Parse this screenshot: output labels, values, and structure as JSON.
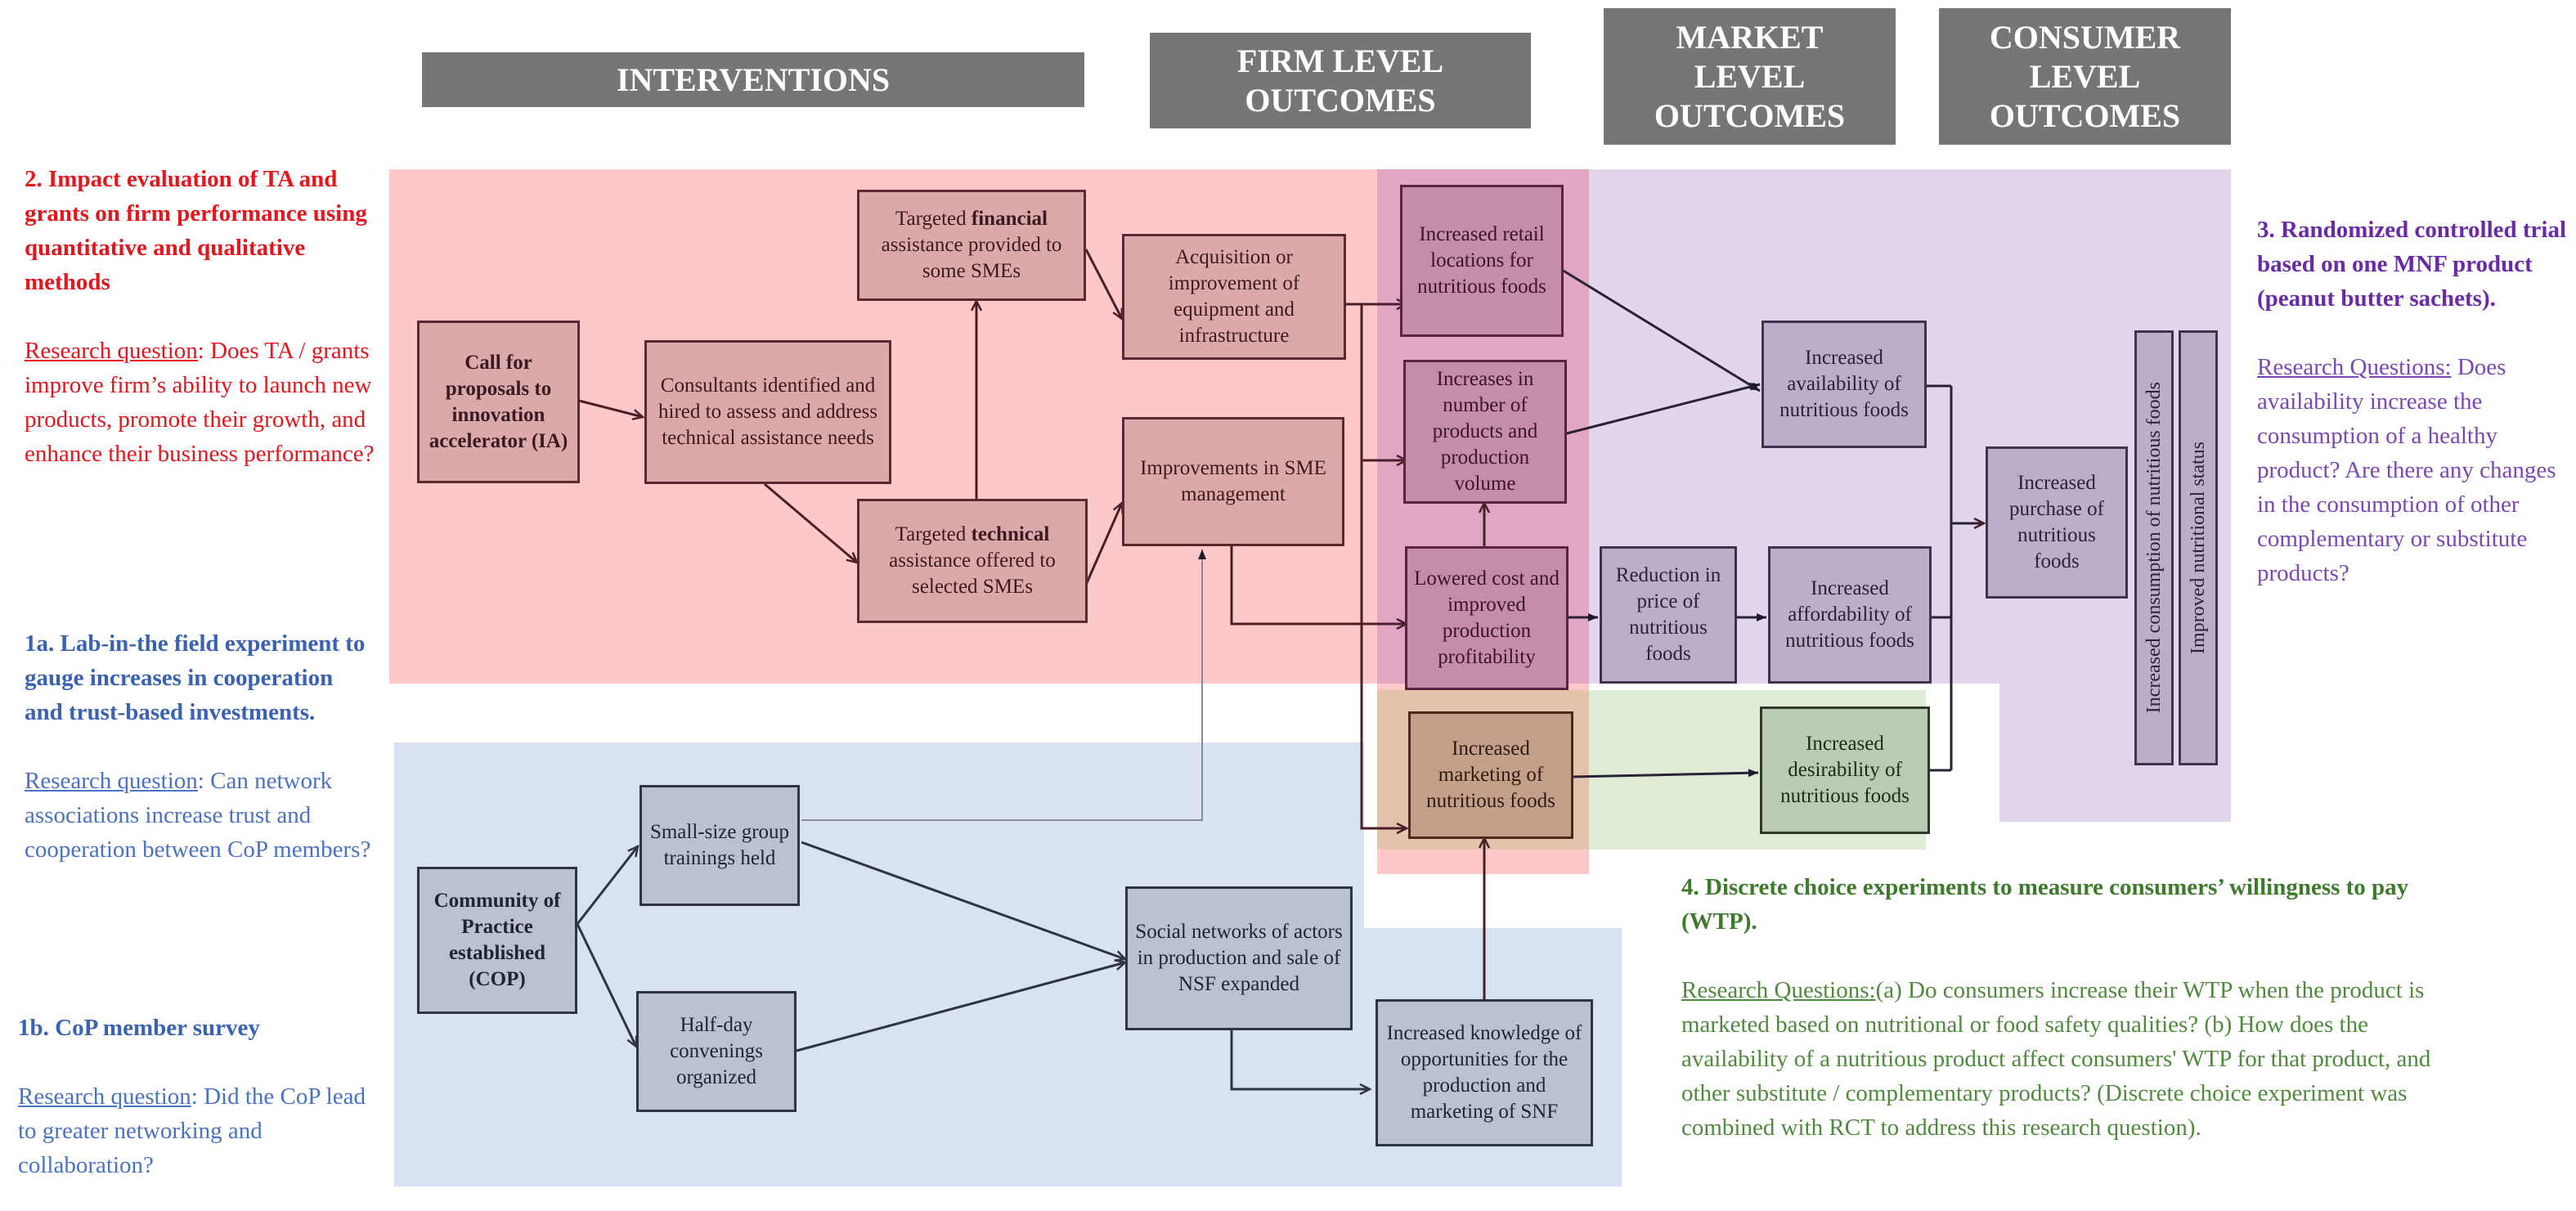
{
  "headers": {
    "interventions": "INTERVENTIONS",
    "firm": "FIRM LEVEL\nOUTCOMES",
    "market": "MARKET\nLEVEL\nOUTCOMES",
    "consumer": "CONSUMER\nLEVEL\nOUTCOMES"
  },
  "colors": {
    "interventions_region": "#fdc8c9",
    "firm_overlay": "#e0a6c2",
    "consumer_region": "#e2d6ec",
    "desirability_region": "#deecd6",
    "marketing_overlay": "#e4c2ac",
    "cop_region": "#d8e2f2",
    "header_fill": "#767676"
  },
  "nodes": {
    "call_for_proposals": {
      "text": "Call for proposals to innovation accelerator (IA)"
    },
    "consultants": {
      "text": "Consultants identified and hired to assess and address technical assistance needs"
    },
    "financial_assistance": {
      "pre": "Targeted ",
      "bold": "financial",
      "post": " assistance provided to some SMEs"
    },
    "technical_assistance": {
      "pre": "Targeted ",
      "bold": "technical",
      "post": " assistance offered to selected SMEs"
    },
    "acquisition": {
      "text": "Acquisition or improvement of equipment and infrastructure"
    },
    "sme_management": {
      "text": "Improvements in SME management"
    },
    "retail_locations": {
      "text": "Increased retail locations for nutritious foods"
    },
    "products_volume": {
      "text": "Increases in number of products and production volume"
    },
    "lowered_cost": {
      "text": "Lowered cost and improved production profitability"
    },
    "marketing": {
      "text": "Increased marketing of nutritious foods"
    },
    "availability": {
      "text": "Increased availability of nutritious foods"
    },
    "price_reduction": {
      "text": "Reduction in price of nutritious foods"
    },
    "affordability": {
      "text": "Increased affordability of nutritious foods"
    },
    "desirability": {
      "text": "Increased desirability of nutritious foods"
    },
    "purchase": {
      "text": "Increased purchase of nutritious foods"
    },
    "consumption": {
      "text": "Increased consumption of nutritious foods"
    },
    "nutritional_status": {
      "text": "Improved nutritional status"
    },
    "cop": {
      "text": "Community of Practice established (COP)"
    },
    "trainings": {
      "text": "Small-size group trainings held"
    },
    "convenings": {
      "text": "Half-day convenings organized"
    },
    "social_networks": {
      "text": "Social networks of actors in production and sale of NSF expanded"
    },
    "knowledge": {
      "text": "Increased knowledge of opportunities for the production and marketing of SNF"
    }
  },
  "annotations": {
    "impact_eval": {
      "title": "2. Impact evaluation of TA and grants on firm performance using quantitative and qualitative methods",
      "rq_label": "Research question",
      "rq_text": ": Does TA / grants improve firm’s ability to launch new products, promote their growth, and enhance their business performance?"
    },
    "lab_field": {
      "title": "1a. Lab-in-the field experiment to gauge increases in cooperation and trust-based investments.",
      "rq_label": "Research question",
      "rq_text": ": Can network associations increase trust and cooperation between CoP members?"
    },
    "cop_survey": {
      "title": "1b. CoP member survey",
      "rq_label": "Research question",
      "rq_text": ": Did the CoP lead to greater networking and collaboration?"
    },
    "rct": {
      "title": "3. Randomized controlled trial based on one MNF product (peanut butter sachets).",
      "rq_label": "Research Questions:",
      "rq_text": " Does availability increase the consumption of a healthy product? Are there any changes in the consumption of other complementary or substitute products?"
    },
    "dce": {
      "title": "4. Discrete choice experiments to measure consumers’ willingness to pay (WTP).",
      "rq_label": "Research Questions:",
      "rq_text": "(a) Do consumers increase their WTP when the product is marketed based on nutritional or food safety qualities? (b) How does the availability of a nutritious product affect consumers' WTP for that product, and other substitute / complementary products? (Discrete choice experiment was combined with RCT to address this research question)."
    }
  }
}
